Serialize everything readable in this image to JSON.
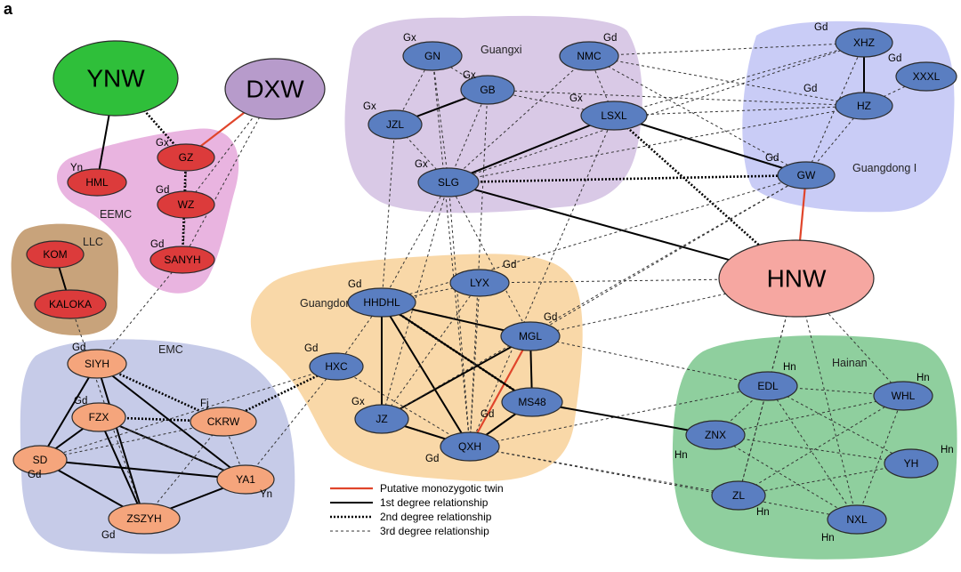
{
  "panel_label": "a",
  "colors": {
    "node_blue": "#5a7ec1",
    "node_red": "#dc3b3b",
    "node_orange": "#f5a57c",
    "node_green": "#2fbf3a",
    "node_purple": "#b79bcb",
    "node_pink": "#f6a7a1",
    "twin_line": "#e0452b",
    "group_guangxi": "#d9c9e6",
    "group_guangdong1": "#c9ccf6",
    "group_eemc": "#e9b4e0",
    "group_llc": "#c8a37b",
    "group_emc": "#c6cbe8",
    "group_guangdong2": "#f9d8a8",
    "group_hainan": "#8fcf9e"
  },
  "groups": [
    {
      "id": "guangxi",
      "label": "Guangxi"
    },
    {
      "id": "guangdong1",
      "label": "Guangdong I"
    },
    {
      "id": "eemc",
      "label": "EEMC"
    },
    {
      "id": "llc",
      "label": "LLC"
    },
    {
      "id": "emc",
      "label": "EMC"
    },
    {
      "id": "guangdong2",
      "label": "Guangdong II"
    },
    {
      "id": "hainan",
      "label": "Hainan"
    }
  ],
  "nodes": [
    {
      "id": "YNW",
      "label": "YNW",
      "tag": ""
    },
    {
      "id": "DXW",
      "label": "DXW",
      "tag": ""
    },
    {
      "id": "HNW",
      "label": "HNW",
      "tag": ""
    },
    {
      "id": "HML",
      "label": "HML",
      "tag": "Yn"
    },
    {
      "id": "GZ",
      "label": "GZ",
      "tag": "Gx"
    },
    {
      "id": "WZ",
      "label": "WZ",
      "tag": "Gd"
    },
    {
      "id": "SANYH",
      "label": "SANYH",
      "tag": "Gd"
    },
    {
      "id": "KOM",
      "label": "KOM",
      "tag": ""
    },
    {
      "id": "KALOKA",
      "label": "KALOKA",
      "tag": ""
    },
    {
      "id": "SIYH",
      "label": "SIYH",
      "tag": "Gd"
    },
    {
      "id": "FZX",
      "label": "FZX",
      "tag": "Gd"
    },
    {
      "id": "CKRW",
      "label": "CKRW",
      "tag": "Fj"
    },
    {
      "id": "SD",
      "label": "SD",
      "tag": "Gd"
    },
    {
      "id": "YA1",
      "label": "YA1",
      "tag": "Yn"
    },
    {
      "id": "ZSZYH",
      "label": "ZSZYH",
      "tag": "Gd"
    },
    {
      "id": "GN",
      "label": "GN",
      "tag": "Gx"
    },
    {
      "id": "NMC",
      "label": "NMC",
      "tag": "Gd"
    },
    {
      "id": "GB",
      "label": "GB",
      "tag": "Gx"
    },
    {
      "id": "JZL",
      "label": "JZL",
      "tag": "Gx"
    },
    {
      "id": "LSXL",
      "label": "LSXL",
      "tag": "Gx"
    },
    {
      "id": "SLG",
      "label": "SLG",
      "tag": "Gx"
    },
    {
      "id": "XHZ",
      "label": "XHZ",
      "tag": "Gd"
    },
    {
      "id": "XXXL",
      "label": "XXXL",
      "tag": "Gd"
    },
    {
      "id": "HZ",
      "label": "HZ",
      "tag": "Gd"
    },
    {
      "id": "GW",
      "label": "GW",
      "tag": "Gd"
    },
    {
      "id": "LYX",
      "label": "LYX",
      "tag": "Gd"
    },
    {
      "id": "HHDHL",
      "label": "HHDHL",
      "tag": "Gd"
    },
    {
      "id": "MGL",
      "label": "MGL",
      "tag": "Gd"
    },
    {
      "id": "HXC",
      "label": "HXC",
      "tag": "Gd"
    },
    {
      "id": "MS48",
      "label": "MS48",
      "tag": "Gd"
    },
    {
      "id": "JZ",
      "label": "JZ",
      "tag": "Gx"
    },
    {
      "id": "QXH",
      "label": "QXH",
      "tag": "Gd"
    },
    {
      "id": "EDL",
      "label": "EDL",
      "tag": "Hn"
    },
    {
      "id": "WHL",
      "label": "WHL",
      "tag": "Hn"
    },
    {
      "id": "ZNX",
      "label": "ZNX",
      "tag": "Hn"
    },
    {
      "id": "YH",
      "label": "YH",
      "tag": "Hn"
    },
    {
      "id": "ZL",
      "label": "ZL",
      "tag": "Hn"
    },
    {
      "id": "NXL",
      "label": "NXL",
      "tag": "Hn"
    }
  ],
  "edges": [
    {
      "from": "DXW",
      "to": "GZ",
      "kind": "twin"
    },
    {
      "from": "GW",
      "to": "HNW",
      "kind": "twin"
    },
    {
      "from": "MGL",
      "to": "QXH",
      "kind": "twin"
    },
    {
      "from": "YNW",
      "to": "HML",
      "kind": "first"
    },
    {
      "from": "KOM",
      "to": "KALOKA",
      "kind": "first"
    },
    {
      "from": "XHZ",
      "to": "HZ",
      "kind": "first"
    },
    {
      "from": "JZL",
      "to": "GB",
      "kind": "first"
    },
    {
      "from": "LSXL",
      "to": "SLG",
      "kind": "first"
    },
    {
      "from": "LSXL",
      "to": "GW",
      "kind": "first"
    },
    {
      "from": "SLG",
      "to": "HNW",
      "kind": "first"
    },
    {
      "from": "HHDHL",
      "to": "MGL",
      "kind": "first"
    },
    {
      "from": "HHDHL",
      "to": "JZ",
      "kind": "first"
    },
    {
      "from": "HHDHL",
      "to": "QXH",
      "kind": "first"
    },
    {
      "from": "HHDHL",
      "to": "MS48",
      "kind": "first"
    },
    {
      "from": "MGL",
      "to": "JZ",
      "kind": "first"
    },
    {
      "from": "MGL",
      "to": "MS48",
      "kind": "first"
    },
    {
      "from": "JZ",
      "to": "QXH",
      "kind": "first"
    },
    {
      "from": "QXH",
      "to": "MS48",
      "kind": "first"
    },
    {
      "from": "MS48",
      "to": "ZNX",
      "kind": "first"
    },
    {
      "from": "SIYH",
      "to": "SD",
      "kind": "first"
    },
    {
      "from": "SIYH",
      "to": "YA1",
      "kind": "first"
    },
    {
      "from": "SIYH",
      "to": "ZSZYH",
      "kind": "first"
    },
    {
      "from": "FZX",
      "to": "SD",
      "kind": "first"
    },
    {
      "from": "FZX",
      "to": "ZSZYH",
      "kind": "first"
    },
    {
      "from": "FZX",
      "to": "YA1",
      "kind": "first"
    },
    {
      "from": "SD",
      "to": "ZSZYH",
      "kind": "first"
    },
    {
      "from": "SD",
      "to": "YA1",
      "kind": "first"
    },
    {
      "from": "ZSZYH",
      "to": "YA1",
      "kind": "first"
    },
    {
      "from": "YNW",
      "to": "GZ",
      "kind": "second"
    },
    {
      "from": "GZ",
      "to": "SANYH",
      "kind": "second"
    },
    {
      "from": "SLG",
      "to": "GW",
      "kind": "second"
    },
    {
      "from": "LSXL",
      "to": "HNW",
      "kind": "second"
    },
    {
      "from": "SIYH",
      "to": "CKRW",
      "kind": "second"
    },
    {
      "from": "FZX",
      "to": "CKRW",
      "kind": "second"
    },
    {
      "from": "CKRW",
      "to": "HXC",
      "kind": "second"
    },
    {
      "from": "HHDHL",
      "to": "MS48",
      "kind": "second"
    },
    {
      "from": "DXW",
      "to": "SANYH",
      "kind": "third"
    },
    {
      "from": "DXW",
      "to": "WZ",
      "kind": "third"
    },
    {
      "from": "GZ",
      "to": "WZ",
      "kind": "third"
    },
    {
      "from": "WZ",
      "to": "SANYH",
      "kind": "third"
    },
    {
      "from": "SANYH",
      "to": "SIYH",
      "kind": "third"
    },
    {
      "from": "KALOKA",
      "to": "ZSZYH",
      "kind": "third"
    },
    {
      "from": "GN",
      "to": "GB",
      "kind": "third"
    },
    {
      "from": "GN",
      "to": "JZL",
      "kind": "third"
    },
    {
      "from": "GN",
      "to": "SLG",
      "kind": "third"
    },
    {
      "from": "NMC",
      "to": "LSXL",
      "kind": "third"
    },
    {
      "from": "NMC",
      "to": "SLG",
      "kind": "third"
    },
    {
      "from": "NMC",
      "to": "HZ",
      "kind": "third"
    },
    {
      "from": "NMC",
      "to": "GW",
      "kind": "third"
    },
    {
      "from": "GB",
      "to": "SLG",
      "kind": "third"
    },
    {
      "from": "GB",
      "to": "LSXL",
      "kind": "third"
    },
    {
      "from": "GB",
      "to": "QXH",
      "kind": "third"
    },
    {
      "from": "JZL",
      "to": "SLG",
      "kind": "third"
    },
    {
      "from": "LSXL",
      "to": "HZ",
      "kind": "third"
    },
    {
      "from": "LSXL",
      "to": "XHZ",
      "kind": "third"
    },
    {
      "from": "SLG",
      "to": "XHZ",
      "kind": "third"
    },
    {
      "from": "SLG",
      "to": "HZ",
      "kind": "third"
    },
    {
      "from": "SLG",
      "to": "HHDHL",
      "kind": "third"
    },
    {
      "from": "SLG",
      "to": "JZ",
      "kind": "third"
    },
    {
      "from": "SLG",
      "to": "MGL",
      "kind": "third"
    },
    {
      "from": "HZ",
      "to": "GW",
      "kind": "third"
    },
    {
      "from": "HZ",
      "to": "XXXL",
      "kind": "third"
    },
    {
      "from": "XHZ",
      "to": "GW",
      "kind": "third"
    },
    {
      "from": "GW",
      "to": "HHDHL",
      "kind": "third"
    },
    {
      "from": "GW",
      "to": "MGL",
      "kind": "third"
    },
    {
      "from": "LYX",
      "to": "HHDHL",
      "kind": "third"
    },
    {
      "from": "LYX",
      "to": "JZ",
      "kind": "third"
    },
    {
      "from": "LYX",
      "to": "QXH",
      "kind": "third"
    },
    {
      "from": "LYX",
      "to": "HNW",
      "kind": "third"
    },
    {
      "from": "HXC",
      "to": "HHDHL",
      "kind": "third"
    },
    {
      "from": "HXC",
      "to": "SD",
      "kind": "third"
    },
    {
      "from": "HXC",
      "to": "QXH",
      "kind": "third"
    },
    {
      "from": "HXC",
      "to": "YA1",
      "kind": "third"
    },
    {
      "from": "MGL",
      "to": "HNW",
      "kind": "third"
    },
    {
      "from": "MGL",
      "to": "EDL",
      "kind": "third"
    },
    {
      "from": "QXH",
      "to": "ZL",
      "kind": "third"
    },
    {
      "from": "QXH",
      "to": "EDL",
      "kind": "third"
    },
    {
      "from": "QXH",
      "to": "NXL",
      "kind": "third"
    },
    {
      "from": "HNW",
      "to": "EDL",
      "kind": "third"
    },
    {
      "from": "HNW",
      "to": "WHL",
      "kind": "third"
    },
    {
      "from": "HNW",
      "to": "ZL",
      "kind": "third"
    },
    {
      "from": "HNW",
      "to": "NXL",
      "kind": "third"
    },
    {
      "from": "EDL",
      "to": "WHL",
      "kind": "third"
    },
    {
      "from": "EDL",
      "to": "ZNX",
      "kind": "third"
    },
    {
      "from": "EDL",
      "to": "ZL",
      "kind": "third"
    },
    {
      "from": "EDL",
      "to": "YH",
      "kind": "third"
    },
    {
      "from": "EDL",
      "to": "NXL",
      "kind": "third"
    },
    {
      "from": "WHL",
      "to": "ZNX",
      "kind": "third"
    },
    {
      "from": "WHL",
      "to": "ZL",
      "kind": "third"
    },
    {
      "from": "WHL",
      "to": "NXL",
      "kind": "third"
    },
    {
      "from": "ZNX",
      "to": "YH",
      "kind": "third"
    },
    {
      "from": "ZNX",
      "to": "NXL",
      "kind": "third"
    },
    {
      "from": "ZL",
      "to": "YH",
      "kind": "third"
    },
    {
      "from": "LSXL",
      "to": "QXH",
      "kind": "third"
    },
    {
      "from": "NMC",
      "to": "XHZ",
      "kind": "third"
    },
    {
      "from": "GB",
      "to": "HZ",
      "kind": "third"
    },
    {
      "from": "JZL",
      "to": "HHDHL",
      "kind": "third"
    },
    {
      "from": "SLG",
      "to": "QXH",
      "kind": "third"
    },
    {
      "from": "GW",
      "to": "JZ",
      "kind": "third"
    },
    {
      "from": "CKRW",
      "to": "YA1",
      "kind": "third"
    },
    {
      "from": "CKRW",
      "to": "SD",
      "kind": "third"
    },
    {
      "from": "CKRW",
      "to": "ZSZYH",
      "kind": "third"
    },
    {
      "from": "FZX",
      "to": "YA1",
      "kind": "third"
    },
    {
      "from": "GN",
      "to": "QXH",
      "kind": "third"
    }
  ],
  "legend": [
    {
      "kind": "twin",
      "label": "Putative monozygotic twin"
    },
    {
      "kind": "first",
      "label": "1st degree relationship"
    },
    {
      "kind": "second",
      "label": "2nd degree relationship"
    },
    {
      "kind": "third",
      "label": "3rd degree relationship"
    }
  ]
}
